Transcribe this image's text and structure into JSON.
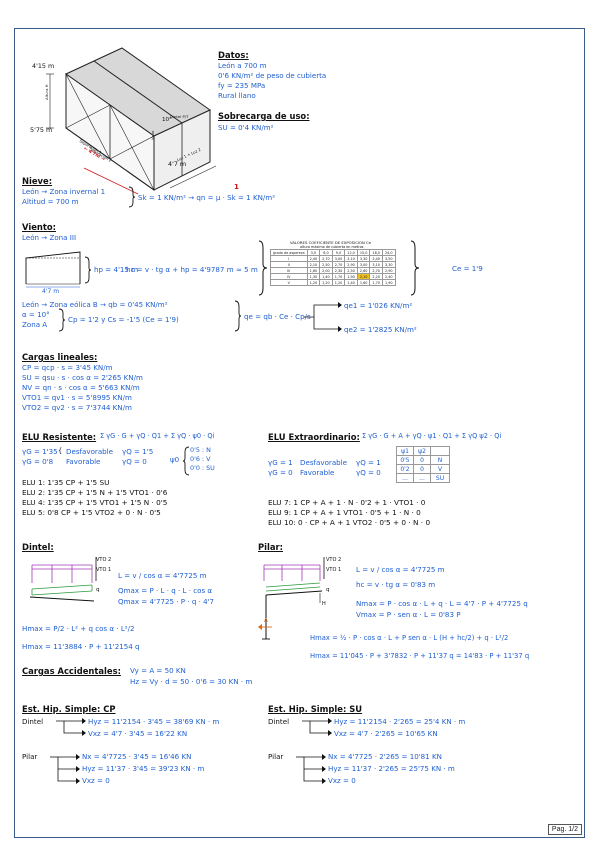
{
  "page": {
    "number_label": "Pag. 1/2"
  },
  "figure": {
    "dim_height": "4'15 m",
    "dim_bay": "5'75 m",
    "dim_width": "4'7 m",
    "angle": "10°",
    "label_alero": "Altura H",
    "label_sep1": "Separación 1",
    "label_sep2": "Separación 2",
    "label_vano": "Vano",
    "label_dintel": "Dintel P/T",
    "label_luz": "Luz 1 + Luz 2",
    "label_red": "← 4'7m →"
  },
  "datos": {
    "title": "Datos:",
    "lines": [
      "León a 700 m",
      "0'6 KN/m² de peso de cubierta",
      "fy = 235 MPa",
      "Rural llano"
    ]
  },
  "sobrecarga": {
    "title": "Sobrecarga de uso:",
    "line": "SU = 0'4 KN/m²"
  },
  "nieve": {
    "title": "Nieve:",
    "line1": "León → Zona invernal 1",
    "line2": "Altitud = 700 m",
    "result": "Sk = 1 KN/m² → qn = μ · Sk = 1 KN/m²",
    "mark": "1"
  },
  "viento": {
    "title": "Viento:",
    "zona": "León → Zona III",
    "hp": "hp = 4'15 m",
    "hc": "hc = v · tg α + hp = 4'9787 m ≈ 5 m",
    "span": "4'7 m",
    "ce": "Ce = 1'9",
    "table_title": "VALORES COEFICIENTE DE EXPOSICION Ce",
    "table_sub": "altura máxima de cubierta en metros",
    "table_head": [
      "grado de aspereza",
      "3,0",
      "6,0",
      "9,0",
      "12,0",
      "15,0",
      "18,0",
      "24,0"
    ],
    "table_rows": [
      [
        "I",
        "2,40",
        "2,70",
        "3,00",
        "3,10",
        "3,30",
        "3,40",
        "3,50"
      ],
      [
        "II",
        "2,10",
        "2,50",
        "2,70",
        "2,90",
        "3,00",
        "3,10",
        "3,30"
      ],
      [
        "III",
        "1,60",
        "2,00",
        "2,30",
        "2,50",
        "2,60",
        "2,70",
        "2,90"
      ],
      [
        "IV",
        "1,30",
        "1,40",
        "1,70",
        "1,90",
        "2,10",
        "2,20",
        "2,40"
      ],
      [
        "V",
        "1,20",
        "1,20",
        "1,20",
        "1,40",
        "1,60",
        "1,70",
        "1,90"
      ]
    ],
    "line_a": "León → Zona eólica B → qb = 0'45 KN/m²",
    "line_b": "α = 10°",
    "line_c": "Zona A",
    "cp": "Cp = 1'2 y Cs = -1'5 (Ce = 1'9)",
    "qe": "qe = qb · Ce · Cp/s",
    "qe1": "qe1 = 1'026 KN/m²",
    "qe2": "qe2 = 1'2825 KN/m²"
  },
  "cargas": {
    "title": "Cargas lineales:",
    "lines": [
      "CP = qcp · s = 3'45 KN/m",
      "SU = qsu · s · cos α = 2'265 KN/m",
      "NV = qn · s · cos α = 5'663 KN/m",
      "VTO1 = qv1 · s = 5'8995 KN/m",
      "VTO2 = qv2 · s = 7'3744 KN/m"
    ]
  },
  "elu_res": {
    "title": "ELU Resistente:",
    "formula": "Σ γG · G + γQ · Q1 + Σ γQ · ψ0 · Qi",
    "g": "γG = 1'35",
    "g2": "γG = 0'8",
    "desf": "Desfavorable",
    "fav": "Favorable",
    "q1": "γQ = 1'5",
    "q2": "γQ = 0",
    "psi": "ψ0",
    "psi_vals": [
      "0'5 : N",
      "0'6 : V",
      "0'0 : SU"
    ],
    "combos": [
      "ELU 1: 1'35 CP + 1'5 SU",
      "ELU 2: 1'35 CP + 1'5 N + 1'5 VTO1 · 0'6",
      "ELU 4: 1'35 CP + 1'5 VTO1 + 1'5 N · 0'5",
      "ELU 5: 0'8 CP + 1'5 VTO2 + 0 · N · 0'5"
    ]
  },
  "elu_ext": {
    "title": "ELU Extraordinario:",
    "formula": "Σ γG · G + A + γQ · ψ1 · Q1 + Σ γQ ψ2 · Qi",
    "g1": "γG = 1",
    "g2": "γG = 0",
    "desf": "Desfavorable",
    "fav": "Favorable",
    "q1": "γQ = 1",
    "q2": "γQ = 0",
    "psi_head": [
      "ψ1",
      "ψ2",
      ""
    ],
    "psi_rows": [
      [
        "0'5",
        "0",
        "N"
      ],
      [
        "0'2",
        "0",
        "V"
      ],
      [
        "...",
        "...",
        "SU"
      ]
    ],
    "combos": [
      "ELU 7: 1 CP + A + 1 · N · 0'2 + 1 · VTO1 · 0",
      "ELU 9: 1 CP + A + 1 VTO1 · 0'5 + 1 · N · 0",
      "ELU 10: 0 · CP + A + 1 VTO2 · 0'5 + 0 · N · 0"
    ]
  },
  "dintel": {
    "title": "Dintel:",
    "vto2": "VTO 2",
    "vto1": "VTO 1",
    "q": "q",
    "L": "L = v / cos α = 4'7725 m",
    "qmax": "Qmax = P · L · q · L · cos α",
    "qmax2": "Qmax = 4'7725 · P · q · 4'7",
    "hmax": "Hmax = P/2 · L² + q cos α · L²/2",
    "hmax2": "Hmax = 11'3884 · P + 11'2154 q"
  },
  "pilar": {
    "title": "Pilar:",
    "vto2": "VTO 2",
    "vto1": "VTO 1",
    "q": "q",
    "a": "A",
    "h": "H",
    "L": "L = v / cos α = 4'7725 m",
    "hc": "hc = v · tg α = 0'83 m",
    "nmax": "Nmax = P · cos α · L + q · L = 4'7 · P + 4'7725 q",
    "vmax": "Vmax = P · sen α · L = 0'83 P",
    "hmax": "Hmax = ½ · P · cos α · L + P sen α · L (H + hc/2) + q · L²/2",
    "hmax2": "Hmax = 11'045 · P + 3'7832 · P + 11'37 q = 14'83 · P + 11'37 q"
  },
  "accid": {
    "title": "Cargas Accidentales:",
    "vy": "Vy = A = 50 KN",
    "hz": "Hz = Vy · d = 50 · 0'6 = 30 KN · m"
  },
  "hip_cp": {
    "title": "Est. Hip. Simple: CP",
    "dintel": "Dintel",
    "d1": "Hyz = 11'2154 · 3'45 = 38'69 KN · m",
    "d2": "Vxz = 4'7 · 3'45 = 16'22 KN",
    "pilar": "Pilar",
    "p1": "Nx = 4'7725 · 3'45 = 16'46 KN",
    "p2": "Hyz = 11'37 · 3'45 = 39'23 KN · m",
    "p3": "Vxz = 0"
  },
  "hip_su": {
    "title": "Est. Hip. Simple: SU",
    "dintel": "Dintel",
    "d1": "Hyz = 11'2154 · 2'265 = 25'4 KN · m",
    "d2": "Vxz = 4'7 · 2'265 = 10'65 KN",
    "pilar": "Pilar",
    "p1": "Nx = 4'7725 · 2'265 = 10'81 KN",
    "p2": "Hyz = 11'37 · 2'265 = 25'75 KN · m",
    "p3": "Vxz = 0"
  }
}
